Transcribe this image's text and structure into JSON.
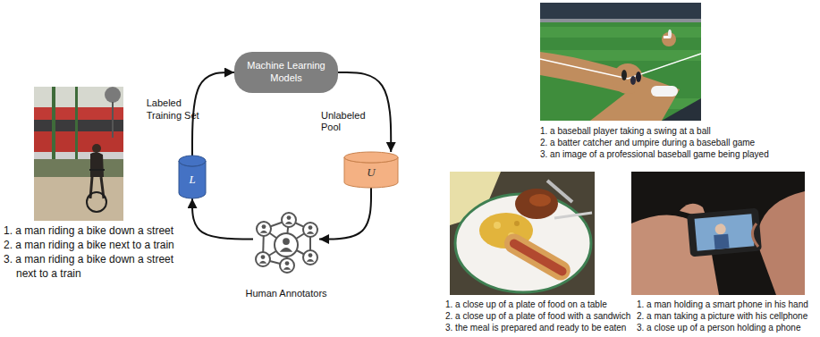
{
  "diagram": {
    "nodes": [
      {
        "text": [
          "Machine Learning Models"
        ]
      },
      {
        "text": [
          "Unlabeled Pool",
          "U"
        ]
      },
      {
        "text": [
          "Human Annotators"
        ]
      },
      {
        "text": [
          "Labeled Training Set",
          "L"
        ]
      }
    ],
    "edges": [
      {
        "from": 0,
        "to": 1,
        "arrow": "to"
      },
      {
        "from": 1,
        "to": 2,
        "arrow": "to"
      },
      {
        "from": 2,
        "to": 3,
        "arrow": "to"
      },
      {
        "from": 3,
        "to": 0,
        "arrow": "to"
      }
    ],
    "labels": [
      "1. a man riding a bike down a street",
      "2. a man riding a bike next to a train",
      "3. a man riding a bike down a street next to a train",
      "1. a baseball player taking a swing at a ball",
      "2. a batter catcher and umpire during a baseball game",
      "3. an image of a professional baseball game being played",
      "1. a close up of a plate of food on a table",
      "2. a close up of a plate of food with a sandwich",
      "3. the meal is prepared and ready to be eaten",
      "1. a man holding a smart phone in his hand",
      "2. a man taking a picture with his cellphone",
      "3. a close up of a person holding a phone"
    ]
  }
}
